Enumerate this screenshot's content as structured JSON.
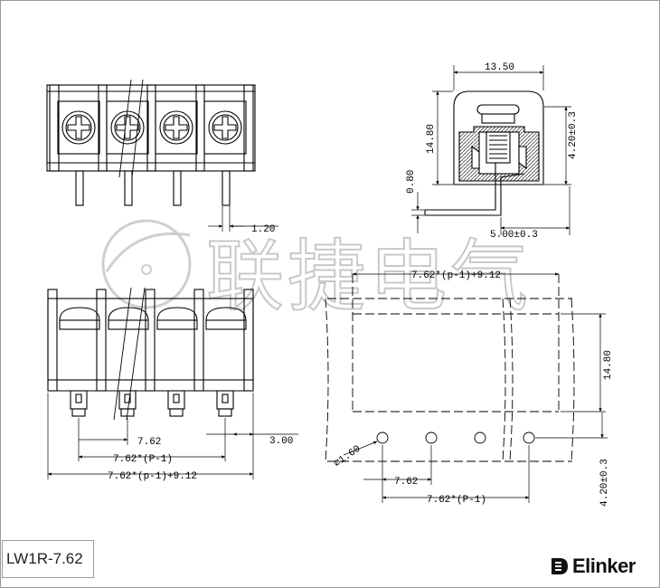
{
  "drawing": {
    "model": "LW1R-7.62",
    "brand": "Elinker",
    "watermark": "联捷电气",
    "dimensions": {
      "pin_offset": "1.20",
      "width": "13.50",
      "height": "14.80",
      "top_offset": "4.20±0.3",
      "pin_thickness": "0.80",
      "pin_length": "5.00±0.3",
      "total_length_top": "7.62*(p-1)+9.12",
      "pcb_height": "14.80",
      "hole_diameter": "⌀1.60",
      "pitch_front": "7.62",
      "side_offset": "3.00",
      "span_front": "7.62*(P-1)",
      "total_length_front": "7.62*(p-1)+9.12",
      "pitch_pcb": "7.62",
      "span_pcb": "7.62*(P-1)",
      "pcb_offset": "4.20±0.3"
    }
  },
  "colors": {
    "line": "#000000",
    "hatch": "#444444",
    "watermark": "#c8c8c8",
    "frame": "#9a9a9a"
  }
}
